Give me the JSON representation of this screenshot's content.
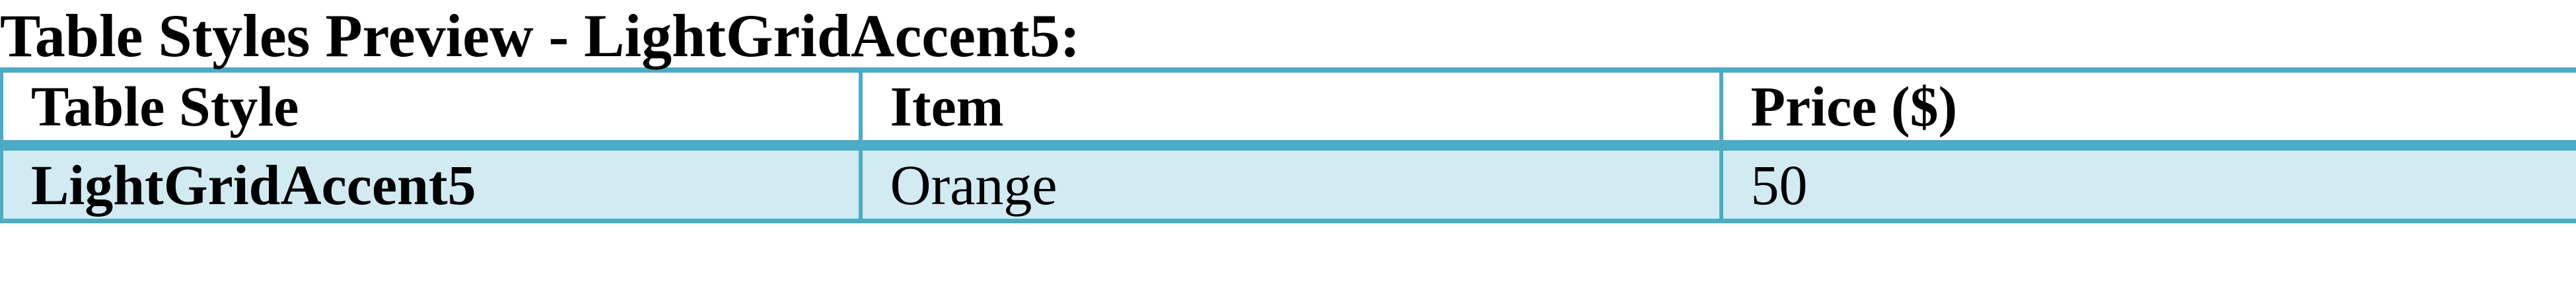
{
  "title": "Table Styles Preview - LightGridAccent5:",
  "table": {
    "headers": [
      "Table Style",
      "Item",
      "Price ($)"
    ],
    "rows": [
      [
        "LightGridAccent5",
        "Orange",
        "50"
      ]
    ]
  },
  "colors": {
    "accent_border": "#4BACC6",
    "row_fill": "#D2EAF1"
  }
}
